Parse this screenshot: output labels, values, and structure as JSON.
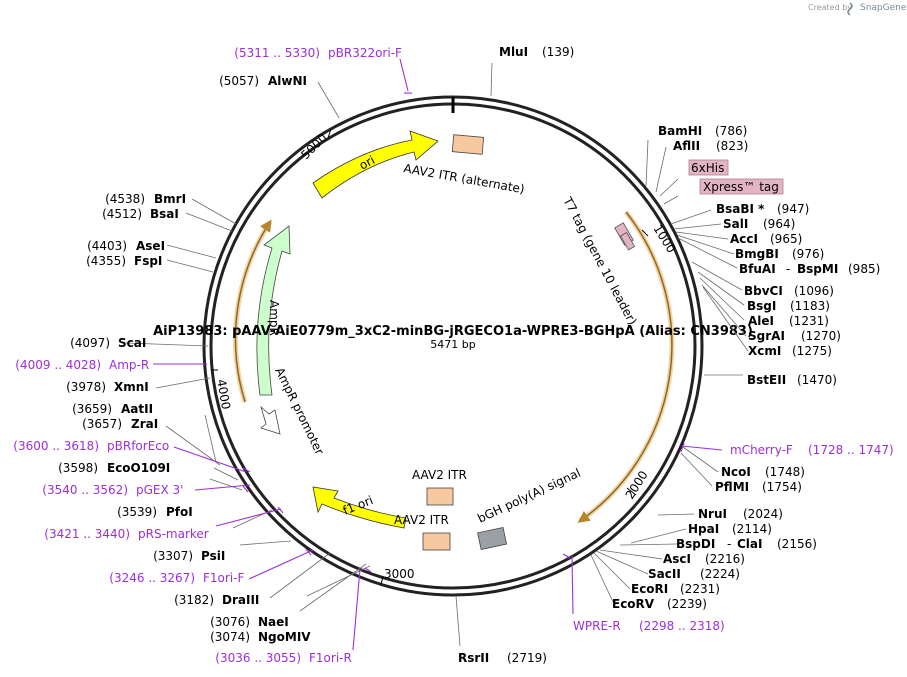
{
  "header": {
    "created_by": "Created by",
    "brand": "SnapGene"
  },
  "plasmid": {
    "title": "AiP13983: pAAV-AiE0779m_3xC2-minBG-jRGECO1a-WPRE3-BGHpA  (Alias: CN3983)",
    "length": "5471 bp",
    "ticks": [
      "1000",
      "2000",
      "3000",
      "4000",
      "5000"
    ]
  },
  "features": {
    "ori": "ori",
    "itr_alt": "AAV2 ITR (alternate)",
    "t7_tag": "T7 tag (gene 10 leader)",
    "ampr": "AmpR",
    "ampr_promoter": "AmpR promoter",
    "f1_ori": "f1 ori",
    "itr_left": "AAV2 ITR",
    "itr_right": "AAV2 ITR",
    "bgh": "bGH poly(A) signal",
    "his": "6xHis",
    "xpress": "Xpress™ tag"
  },
  "sites": {
    "mlui": {
      "name": "MluI",
      "pos": "(139)"
    },
    "bamhi": {
      "name": "BamHI",
      "pos": "(786)"
    },
    "aflii": {
      "name": "AflII",
      "pos": "(823)"
    },
    "bsabi": {
      "name": "BsaBI *",
      "pos": "(947)"
    },
    "sali": {
      "name": "SalI",
      "pos": "(964)"
    },
    "acci": {
      "name": "AccI",
      "pos": "(965)"
    },
    "bmgbi": {
      "name": "BmgBI",
      "pos": "(976)"
    },
    "bfuai": {
      "name": "BfuAI",
      "sep": "-",
      "name2": "BspMI",
      "pos": "(985)"
    },
    "bbvci": {
      "name": "BbvCI",
      "pos": "(1096)"
    },
    "bsgi": {
      "name": "BsgI",
      "pos": "(1183)"
    },
    "alei": {
      "name": "AleI",
      "pos": "(1231)"
    },
    "sgrai": {
      "name": "SgrAI",
      "pos": "(1270)"
    },
    "xcmi": {
      "name": "XcmI",
      "pos": "(1275)"
    },
    "bsteii": {
      "name": "BstEII",
      "pos": "(1470)"
    },
    "mcherry": {
      "name": "mCherry-F",
      "pos": "(1728 .. 1747)"
    },
    "ncoi": {
      "name": "NcoI",
      "pos": "(1748)"
    },
    "pflmi": {
      "name": "PflMI",
      "pos": "(1754)"
    },
    "nrui": {
      "name": "NruI",
      "pos": "(2024)"
    },
    "hpai": {
      "name": "HpaI",
      "pos": "(2114)"
    },
    "bspdi": {
      "name": "BspDI",
      "sep": "-",
      "name2": "ClaI",
      "pos": "(2156)"
    },
    "asci": {
      "name": "AscI",
      "pos": "(2216)"
    },
    "sacii": {
      "name": "SacII",
      "pos": "(2224)"
    },
    "ecori": {
      "name": "EcoRI",
      "pos": "(2231)"
    },
    "ecorv": {
      "name": "EcoRV",
      "pos": "(2239)"
    },
    "wpre": {
      "name": "WPRE-R",
      "pos": "(2298 .. 2318)"
    },
    "rsrii": {
      "name": "RsrII",
      "pos": "(2719)"
    },
    "f1orir": {
      "name": "F1ori-R",
      "pos": "(3036 .. 3055)"
    },
    "ngomiv": {
      "name": "NgoMIV",
      "pos": "(3074)"
    },
    "naei": {
      "name": "NaeI",
      "pos": "(3076)"
    },
    "draiii": {
      "name": "DraIII",
      "pos": "(3182)"
    },
    "f1orif": {
      "name": "F1ori-F",
      "pos": "(3246 .. 3267)"
    },
    "psii": {
      "name": "PsiI",
      "pos": "(3307)"
    },
    "prsmarker": {
      "name": "pRS-marker",
      "pos": "(3421 .. 3440)"
    },
    "pfoi": {
      "name": "PfoI",
      "pos": "(3539)"
    },
    "pgex": {
      "name": "pGEX 3'",
      "pos": "(3540 .. 3562)"
    },
    "ecoo109i": {
      "name": "EcoO109I",
      "pos": "(3598)"
    },
    "pbrfor": {
      "name": "pBRforEco",
      "pos": "(3600 .. 3618)"
    },
    "zrai": {
      "name": "ZraI",
      "pos": "(3657)"
    },
    "aatii": {
      "name": "AatII",
      "pos": "(3659)"
    },
    "xmni": {
      "name": "XmnI",
      "pos": "(3978)"
    },
    "ampr_primer": {
      "name": "Amp-R",
      "pos": "(4009 .. 4028)"
    },
    "scai": {
      "name": "ScaI",
      "pos": "(4097)"
    },
    "fspi": {
      "name": "FspI",
      "pos": "(4355)"
    },
    "asei": {
      "name": "AseI",
      "pos": "(4403)"
    },
    "bsai": {
      "name": "BsaI",
      "pos": "(4512)"
    },
    "bmri": {
      "name": "BmrI",
      "pos": "(4538)"
    },
    "alwni": {
      "name": "AlwNI",
      "pos": "(5057)"
    },
    "pbr322": {
      "name": "pBR322ori-F",
      "pos": "(5311 .. 5330)"
    }
  },
  "colors": {
    "ori": "#ffff00",
    "ampr": "#ccffcc",
    "itr": "#f8c8a0",
    "bgh": "#9aa0a6",
    "primer": "#9b30d9",
    "tag": "#e2b4c4",
    "highlight": "#f0c080"
  }
}
